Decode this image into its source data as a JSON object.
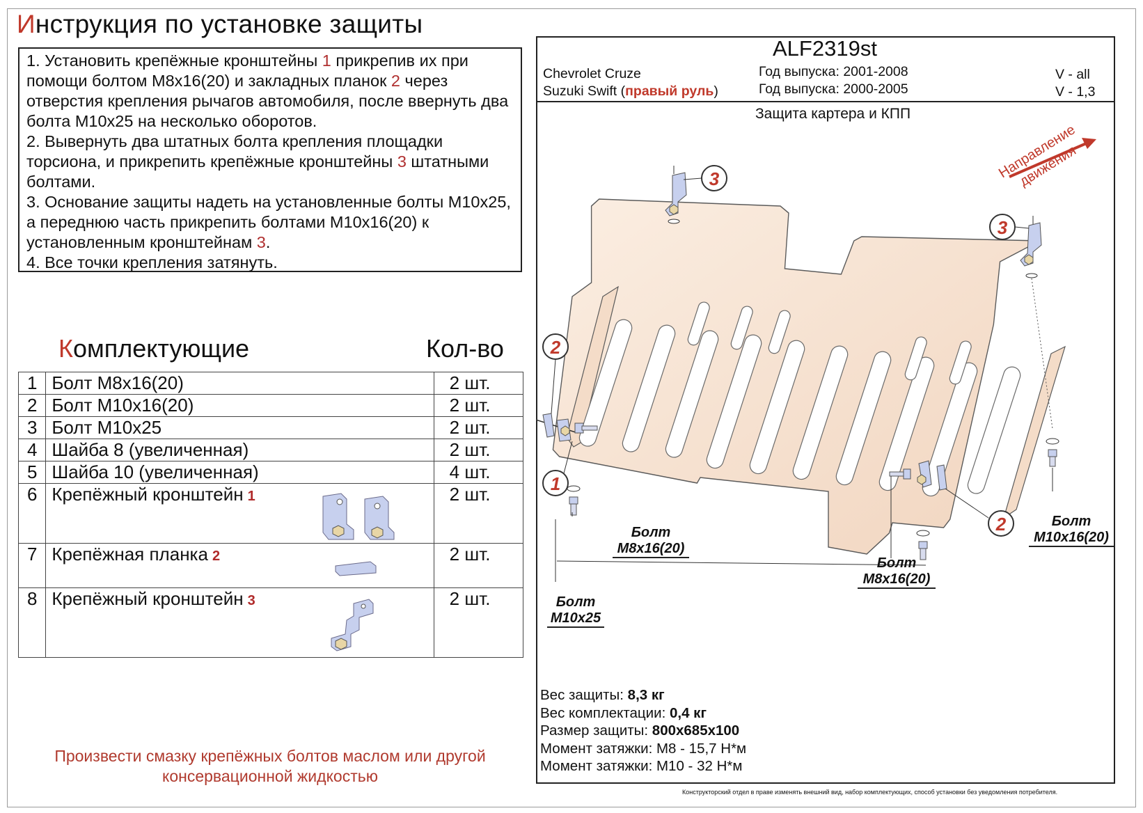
{
  "title": {
    "first_letter": "И",
    "rest": "нструкция по установке защиты"
  },
  "instructions": [
    {
      "parts": [
        "1. Установить крепёжные кронштейны ",
        "1",
        " прикрепив их при помощи болтом М8х16(20) и закладных планок ",
        "2",
        " через отверстия крепления рычагов автомобиля, после ввернуть два болта М10х25 на несколько оборотов."
      ]
    },
    {
      "parts": [
        "2. Вывернуть два штатных болта крепления площадки торсиона, и прикрепить крепёжные кронштейны ",
        "3",
        " штатными болтами."
      ]
    },
    {
      "parts": [
        "3. Основание защиты надеть на установленные болты М10х25, а переднюю часть прикрепить болтами М10х16(20) к установленным кронштейнам ",
        "3",
        "."
      ]
    },
    {
      "parts": [
        "4. Все точки крепления затянуть."
      ]
    }
  ],
  "kit": {
    "header_first_letter": "К",
    "header_rest": "омплектующие",
    "qty_header": "Кол-во",
    "rows": [
      {
        "num": "1",
        "name": "Болт М8х16(20)",
        "ref": "",
        "qty": "2 шт."
      },
      {
        "num": "2",
        "name": "Болт М10х16(20)",
        "ref": "",
        "qty": "2 шт."
      },
      {
        "num": "3",
        "name": "Болт М10х25",
        "ref": "",
        "qty": "2 шт."
      },
      {
        "num": "4",
        "name": "Шайба 8 (увеличенная)",
        "ref": "",
        "qty": "2 шт."
      },
      {
        "num": "5",
        "name": "Шайба 10 (увеличенная)",
        "ref": "",
        "qty": "4 шт."
      },
      {
        "num": "6",
        "name": "Крепёжный кронштейн",
        "ref": "1",
        "qty": "2 шт."
      },
      {
        "num": "7",
        "name": "Крепёжная планка",
        "ref": "2",
        "qty": "2 шт."
      },
      {
        "num": "8",
        "name": "Крепёжный кронштейн",
        "ref": "3",
        "qty": "2 шт."
      }
    ]
  },
  "lube_note": "Произвести смазку крепёжных болтов маслом или другой консервационной жидкостью",
  "drawing": {
    "code": "ALF2319st",
    "car1": "Chevrolet Cruze",
    "car2_prefix": "Suzuki Swift (",
    "car2_highlight": "правый руль",
    "car2_suffix": ")",
    "year1": "Год выпуска: 2001-2008",
    "year2": "Год выпуска: 2000-2005",
    "v1": "V - all",
    "v2": "V - 1,3",
    "subtitle": "Защита картера и КПП",
    "direction_line1": "Направление",
    "direction_line2": "движения",
    "callouts": [
      "3",
      "3",
      "2",
      "1",
      "2"
    ],
    "bolt_m8_left": {
      "line1": "Болт",
      "line2": "М8х16(20)"
    },
    "bolt_m8_right": {
      "line1": "Болт",
      "line2": "М8х16(20)"
    },
    "bolt_m10x16": {
      "line1": "Болт",
      "line2": "М10х16(20)"
    },
    "bolt_m10x25": {
      "line1": "Болт",
      "line2": "М10х25"
    }
  },
  "specs": {
    "weight_label": "Вес защиты:",
    "weight": "8,3 кг",
    "kit_weight_label": "Вес комплектации:",
    "kit_weight": "0,4 кг",
    "size_label": "Размер защиты:",
    "size": "800х685х100",
    "torque_m8": "Момент затяжки: М8 - 15,7 Н*м",
    "torque_m10": "Момент затяжки: М10 - 32 Н*м"
  },
  "disclaimer": "Конструкторский отдел в праве изменять внешний вид, набор комплектующих, способ установки без уведомления потребителя.",
  "colors": {
    "accent": "#c0392b",
    "plate": "#f6dfcc",
    "bracket": "#b8c4e8"
  }
}
